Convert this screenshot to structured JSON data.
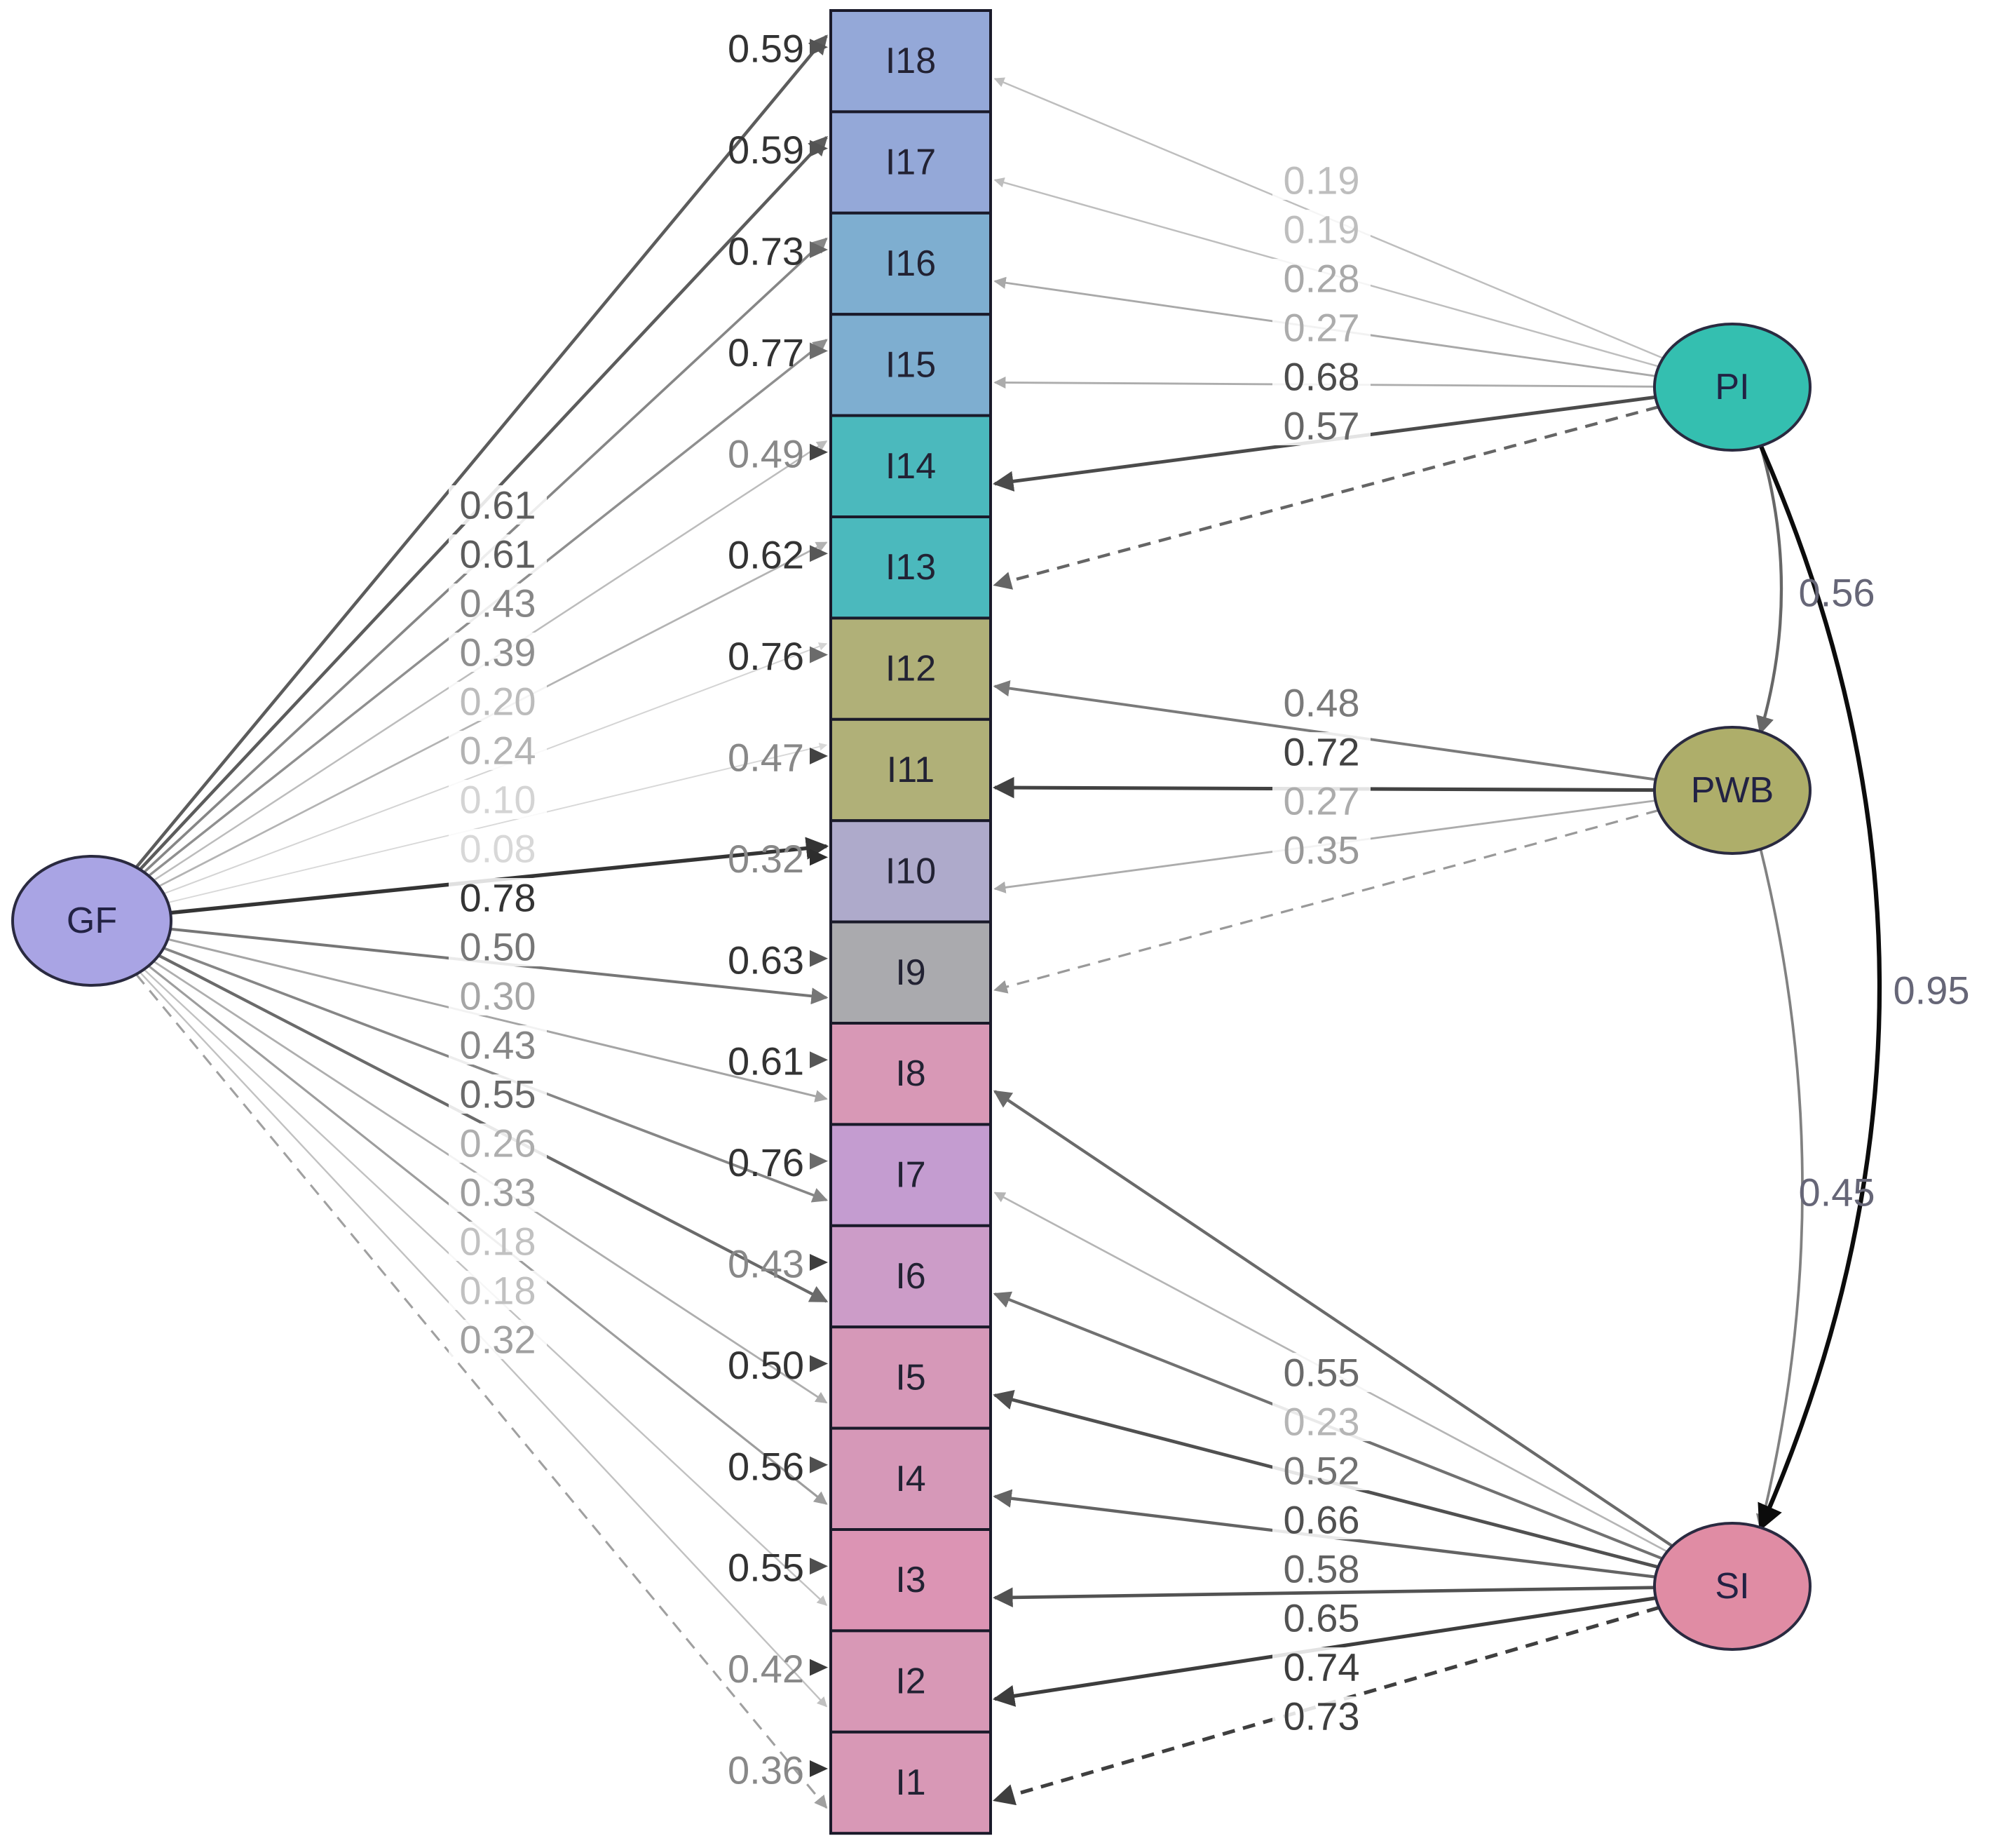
{
  "diagram": {
    "type": "bifactor-sem-path-diagram",
    "general_factor": {
      "name": "GF",
      "color": "#a9a4e4"
    },
    "specific_factors": [
      {
        "name": "PI",
        "color": "#34bfb0",
        "items": [
          "I18",
          "I17",
          "I16",
          "I15",
          "I14",
          "I13"
        ],
        "loadings": [
          0.19,
          0.19,
          0.28,
          0.27,
          0.68,
          0.57
        ]
      },
      {
        "name": "PWB",
        "color": "#aeae6a",
        "items": [
          "I12",
          "I11",
          "I10",
          "I9"
        ],
        "loadings": [
          0.48,
          0.72,
          0.27,
          0.35
        ]
      },
      {
        "name": "SI",
        "color": "#e08ca4",
        "items": [
          "I8",
          "I7",
          "I6",
          "I5",
          "I4",
          "I3",
          "I2",
          "I1"
        ],
        "loadings": [
          0.55,
          0.23,
          0.52,
          0.66,
          0.58,
          0.65,
          0.74,
          0.73
        ]
      }
    ],
    "items": [
      {
        "label": "I18",
        "color": "#94a8d8",
        "gf_loading": 0.61,
        "residual": 0.59
      },
      {
        "label": "I17",
        "color": "#94a8d8",
        "gf_loading": 0.61,
        "residual": 0.59
      },
      {
        "label": "I16",
        "color": "#7eaed0",
        "gf_loading": 0.43,
        "residual": 0.73
      },
      {
        "label": "I15",
        "color": "#7eaed0",
        "gf_loading": 0.39,
        "residual": 0.77
      },
      {
        "label": "I14",
        "color": "#4bb9bd",
        "gf_loading": 0.2,
        "residual": 0.49
      },
      {
        "label": "I13",
        "color": "#4bb9bd",
        "gf_loading": 0.24,
        "residual": 0.62
      },
      {
        "label": "I12",
        "color": "#b0b078",
        "gf_loading": 0.1,
        "residual": 0.76
      },
      {
        "label": "I11",
        "color": "#b0b078",
        "gf_loading": 0.08,
        "residual": 0.47
      },
      {
        "label": "I10",
        "color": "#aeaacb",
        "gf_loading": 0.78,
        "residual": 0.32
      },
      {
        "label": "I9",
        "color": "#aaaaae",
        "gf_loading": 0.5,
        "residual": 0.63
      },
      {
        "label": "I8",
        "color": "#d898b6",
        "gf_loading": 0.3,
        "residual": 0.61
      },
      {
        "label": "I7",
        "color": "#c49cd0",
        "gf_loading": 0.43,
        "residual": 0.76
      },
      {
        "label": "I6",
        "color": "#cc9cc8",
        "gf_loading": 0.55,
        "residual": 0.43
      },
      {
        "label": "I5",
        "color": "#d698b8",
        "gf_loading": 0.26,
        "residual": 0.5
      },
      {
        "label": "I4",
        "color": "#d698b8",
        "gf_loading": 0.33,
        "residual": 0.56
      },
      {
        "label": "I3",
        "color": "#dc94b4",
        "gf_loading": 0.18,
        "residual": 0.55
      },
      {
        "label": "I2",
        "color": "#d898b6",
        "gf_loading": 0.18,
        "residual": 0.42
      },
      {
        "label": "I1",
        "color": "#d898b6",
        "gf_loading": 0.32,
        "residual": 0.36
      }
    ],
    "covariances": [
      {
        "from": "PI",
        "to": "PWB",
        "value": 0.56
      },
      {
        "from": "PWB",
        "to": "SI",
        "value": 0.45
      },
      {
        "from": "PI",
        "to": "SI",
        "value": 0.95
      }
    ],
    "fixed_marker_paths": [
      "GF-I1",
      "PI-I13",
      "PWB-I9",
      "SI-I1"
    ]
  }
}
